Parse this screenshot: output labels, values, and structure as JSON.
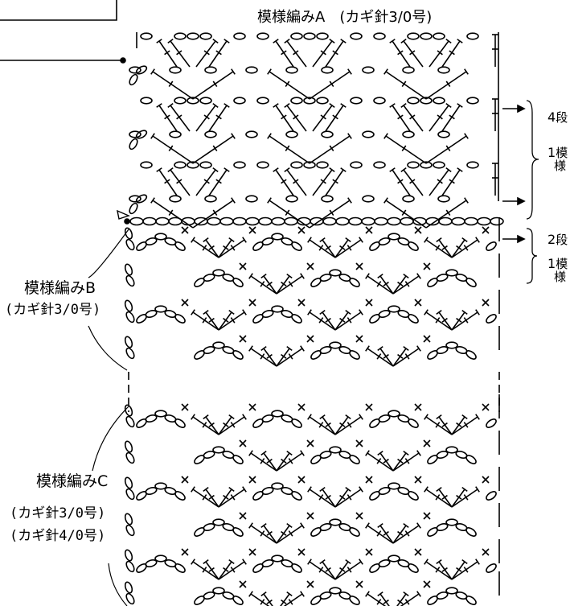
{
  "title_a": "模様編みA　(カギ針3/0号)",
  "label_b": "模様編みB",
  "label_b_sub": "(カギ針3/0号)",
  "label_c": "模様編みC",
  "label_c_sub1": "(カギ針3/0号)",
  "label_c_sub2": "(カギ針4/0号)",
  "side_a": {
    "rows_num": "4",
    "rows_unit": "段",
    "rep_num": "1",
    "rep_unit1": "模",
    "rep_unit2": "様"
  },
  "side_b": {
    "rows_num": "2",
    "rows_unit": "段",
    "rep_num": "1",
    "rep_unit1": "模",
    "rep_unit2": "様"
  }
}
